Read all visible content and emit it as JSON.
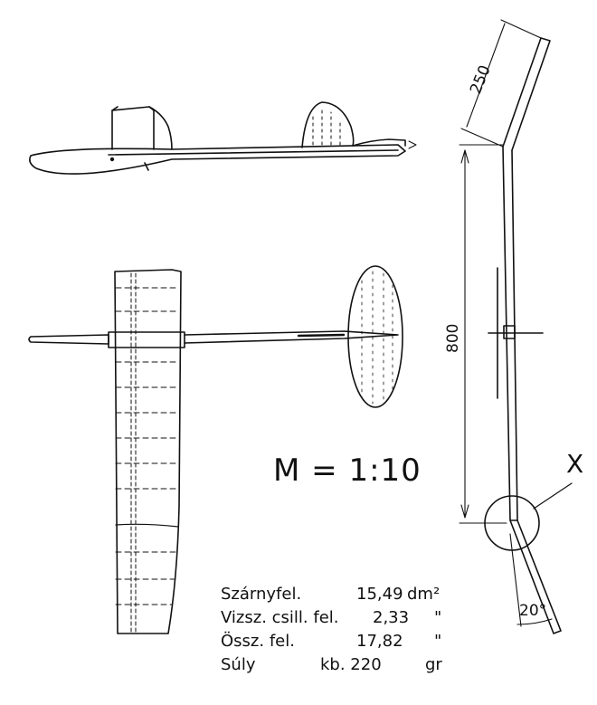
{
  "dimensions": {
    "tip_length": "250",
    "wing_half_length": "800",
    "dihedral_angle": "20°"
  },
  "scale_label": "M = 1:10",
  "detail_label": "X",
  "specs": [
    {
      "label": "Szárnyfel.",
      "value": "15,49",
      "unit": "dm²"
    },
    {
      "label": "Vizsz. csill. fel.",
      "value": "2,33",
      "unit": "\""
    },
    {
      "label": "Össz. fel.",
      "value": "17,82",
      "unit": "\""
    },
    {
      "label": "Súly",
      "value": "kb. 220",
      "unit": "gr"
    }
  ]
}
